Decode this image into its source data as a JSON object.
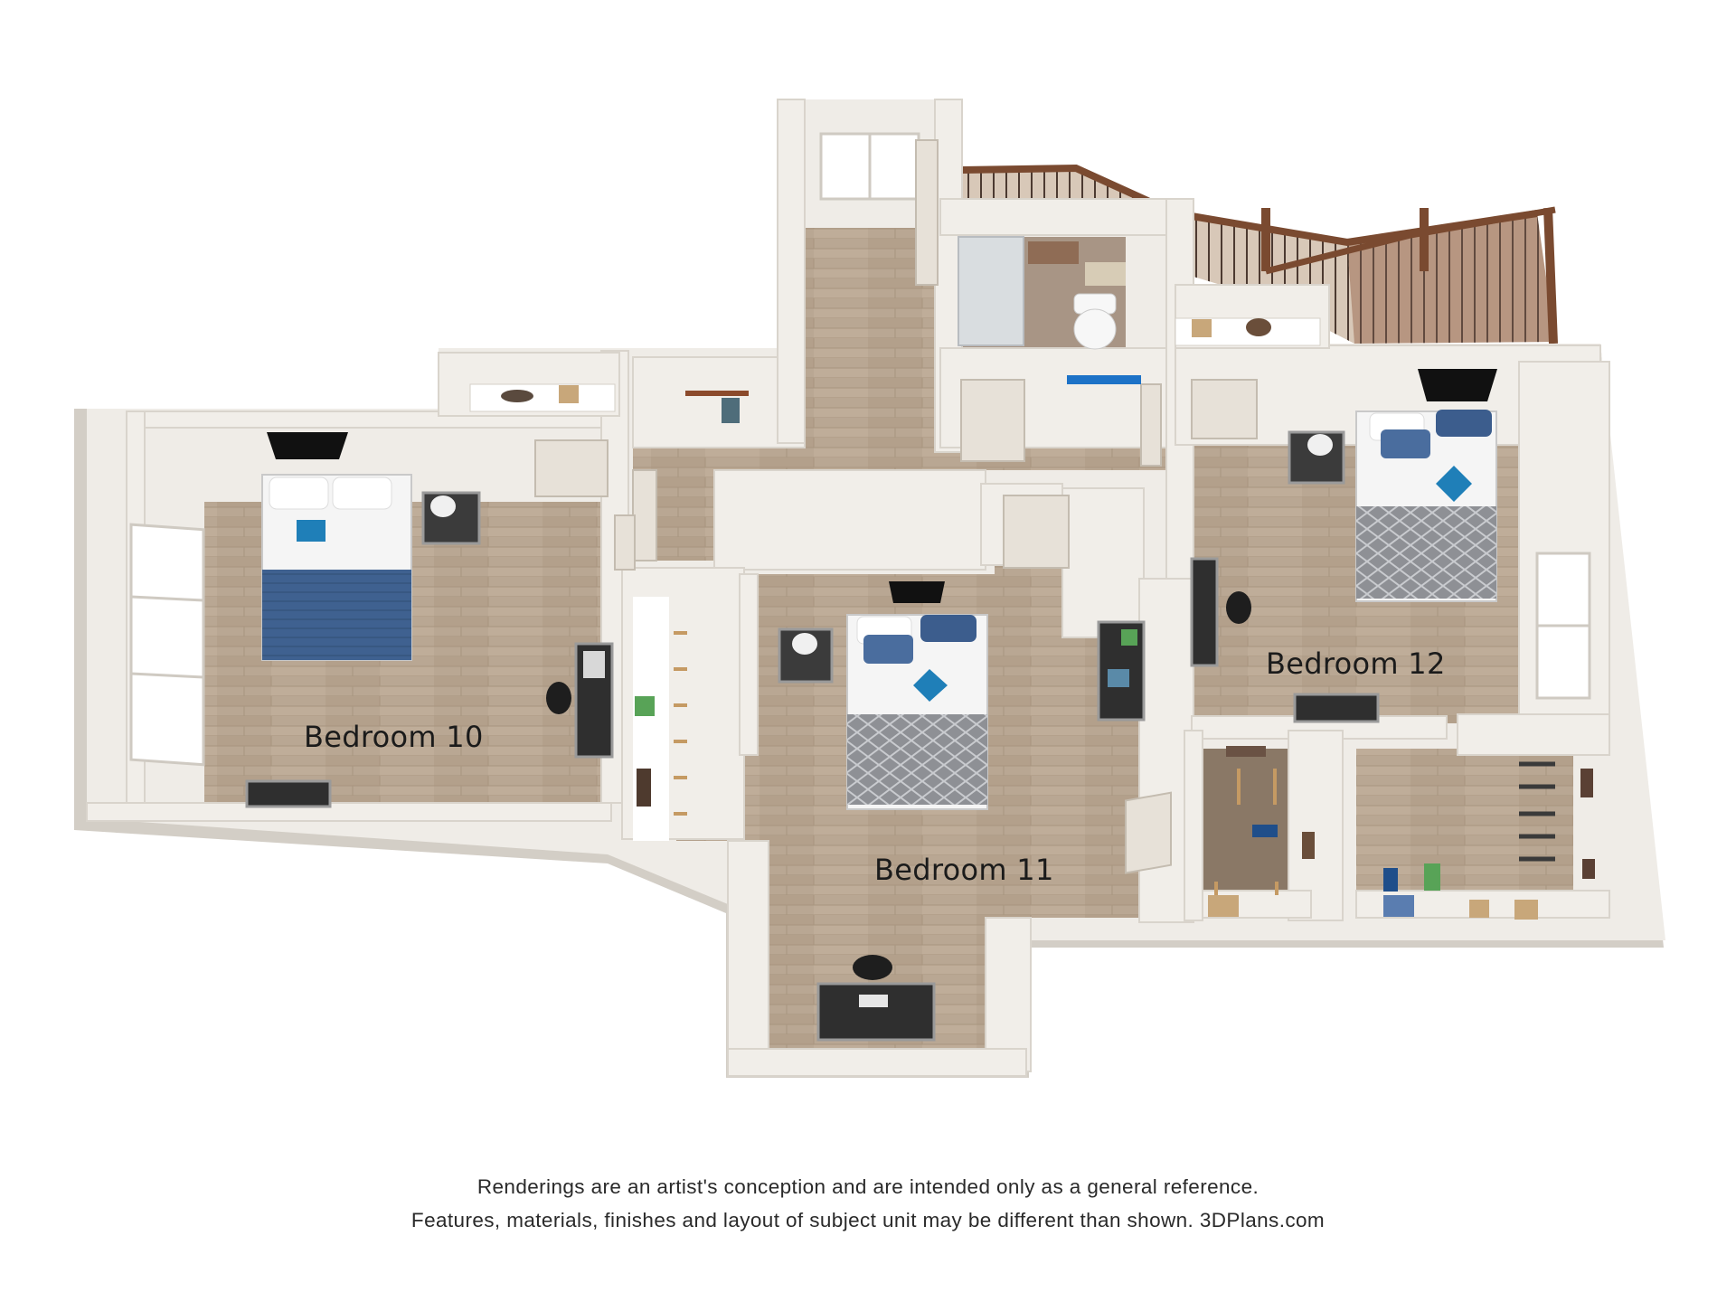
{
  "rooms": {
    "bedroom_10": "Bedroom 10",
    "bedroom_11": "Bedroom 11",
    "bedroom_12": "Bedroom 12"
  },
  "disclaimer": {
    "line1": "Renderings are an artist's conception and are intended only as a general reference.",
    "line2": "Features, materials, finishes and layout of subject unit may be different than shown. 3DPlans.com"
  },
  "colors": {
    "floor": "#b7a48f",
    "wall_top": "#f2efea",
    "wall_face": "#dedad3",
    "bedding_blue": "#3d5f8f",
    "bedding_gray": "#8f9196",
    "railing": "#7a4a30",
    "furniture_dark": "#3a3a3a"
  },
  "icons": {
    "door": "door-icon",
    "bed": "bed-icon",
    "window": "window-icon",
    "desk": "desk-icon",
    "toilet": "toilet-icon",
    "shower": "shower-icon",
    "staircase": "staircase-icon"
  }
}
